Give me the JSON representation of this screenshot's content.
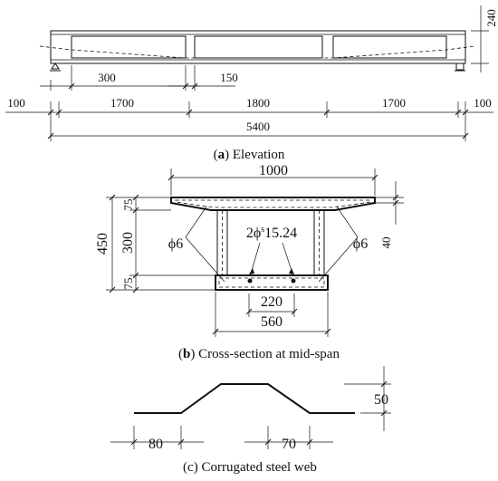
{
  "elevation": {
    "caption_label": "a",
    "caption_text": "Elevation",
    "dims": {
      "height_240": "240",
      "opening_300": "300",
      "gap_150": "150",
      "end_100_left": "100",
      "span_1700_left": "1700",
      "span_1800": "1800",
      "span_1700_right": "1700",
      "end_100_right": "100",
      "total_5400": "5400"
    }
  },
  "cross_section": {
    "caption_label": "b",
    "caption_text": "Cross-section at mid-span",
    "dims": {
      "top_width_1000": "1000",
      "flange_75_top": "75",
      "web_300": "300",
      "total_450": "450",
      "flange_75_bottom": "75",
      "right_40": "40",
      "bottom_220": "220",
      "bottom_560": "560",
      "phi6_left": "ϕ6",
      "phi6_right": "ϕ6",
      "tendon_prefix": "2ϕ",
      "tendon_sup": "s",
      "tendon_value": "15.24"
    }
  },
  "web": {
    "caption_label": "c",
    "caption_text": "Corrugated steel web",
    "dims": {
      "height_50": "50",
      "flat_80": "80",
      "incline_70": "70"
    }
  }
}
